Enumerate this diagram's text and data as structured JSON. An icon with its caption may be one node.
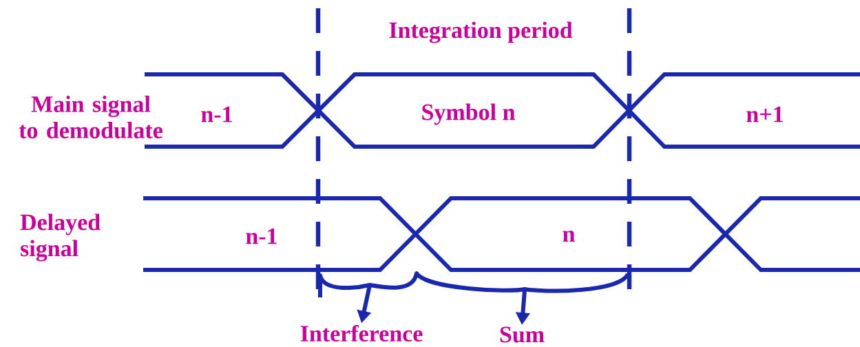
{
  "diagram": {
    "nodes": [
      {
        "text": [
          "Interference"
        ]
      },
      {
        "text": [
          "Sum"
        ]
      }
    ],
    "edges": [
      {
        "from": null,
        "to": 0,
        "arrow": "to"
      },
      {
        "from": null,
        "to": 1,
        "arrow": "to"
      }
    ],
    "labels": [
      "Integration period",
      "Main signal to demodulate",
      "n-1",
      "Symbol n",
      "n+1",
      "Delayed signal",
      "n-1",
      "n"
    ]
  }
}
